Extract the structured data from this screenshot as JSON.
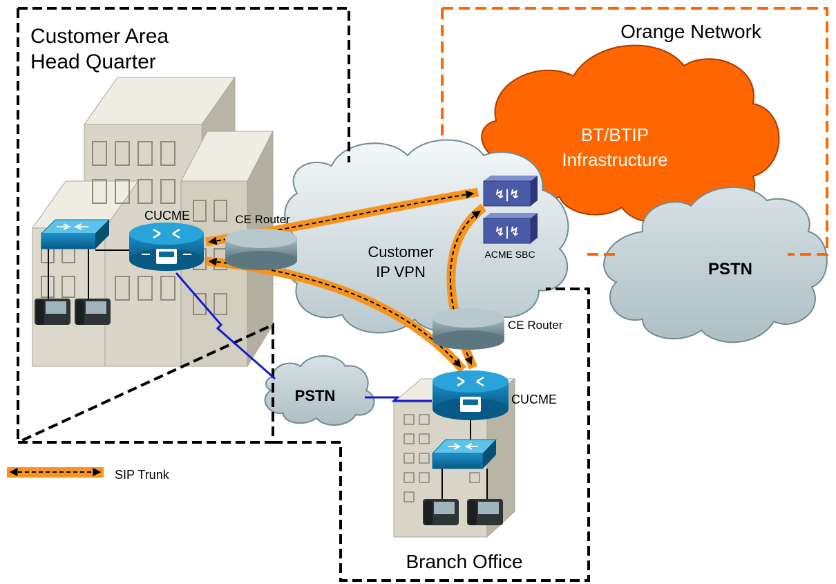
{
  "zones": {
    "hq_title_line1": "Customer Area",
    "hq_title_line2": "Head Quarter",
    "orange_title": "Orange Network",
    "branch_title": "Branch Office"
  },
  "clouds": {
    "vpn_line1": "Customer",
    "vpn_line2": "IP VPN",
    "orange_line1": "BT/BTIP",
    "orange_line2": "Infrastructure",
    "pstn_right": "PSTN",
    "pstn_small": "PSTN"
  },
  "devices": {
    "hq_cucme": "CUCME",
    "hq_ce_router": "CE Router",
    "sbc": "ACME SBC",
    "branch_ce_router": "CE Router",
    "branch_cucme": "CUCME"
  },
  "legend": {
    "sip_trunk": "SIP Trunk"
  },
  "colors": {
    "orange": "#ff6600",
    "sip_trunk": "#f7941d",
    "device_blue": "#0b6a9c",
    "pstn_link": "#1a1acd",
    "cloud_gray": "#c4d2d6",
    "building": "#d8d5c8"
  }
}
